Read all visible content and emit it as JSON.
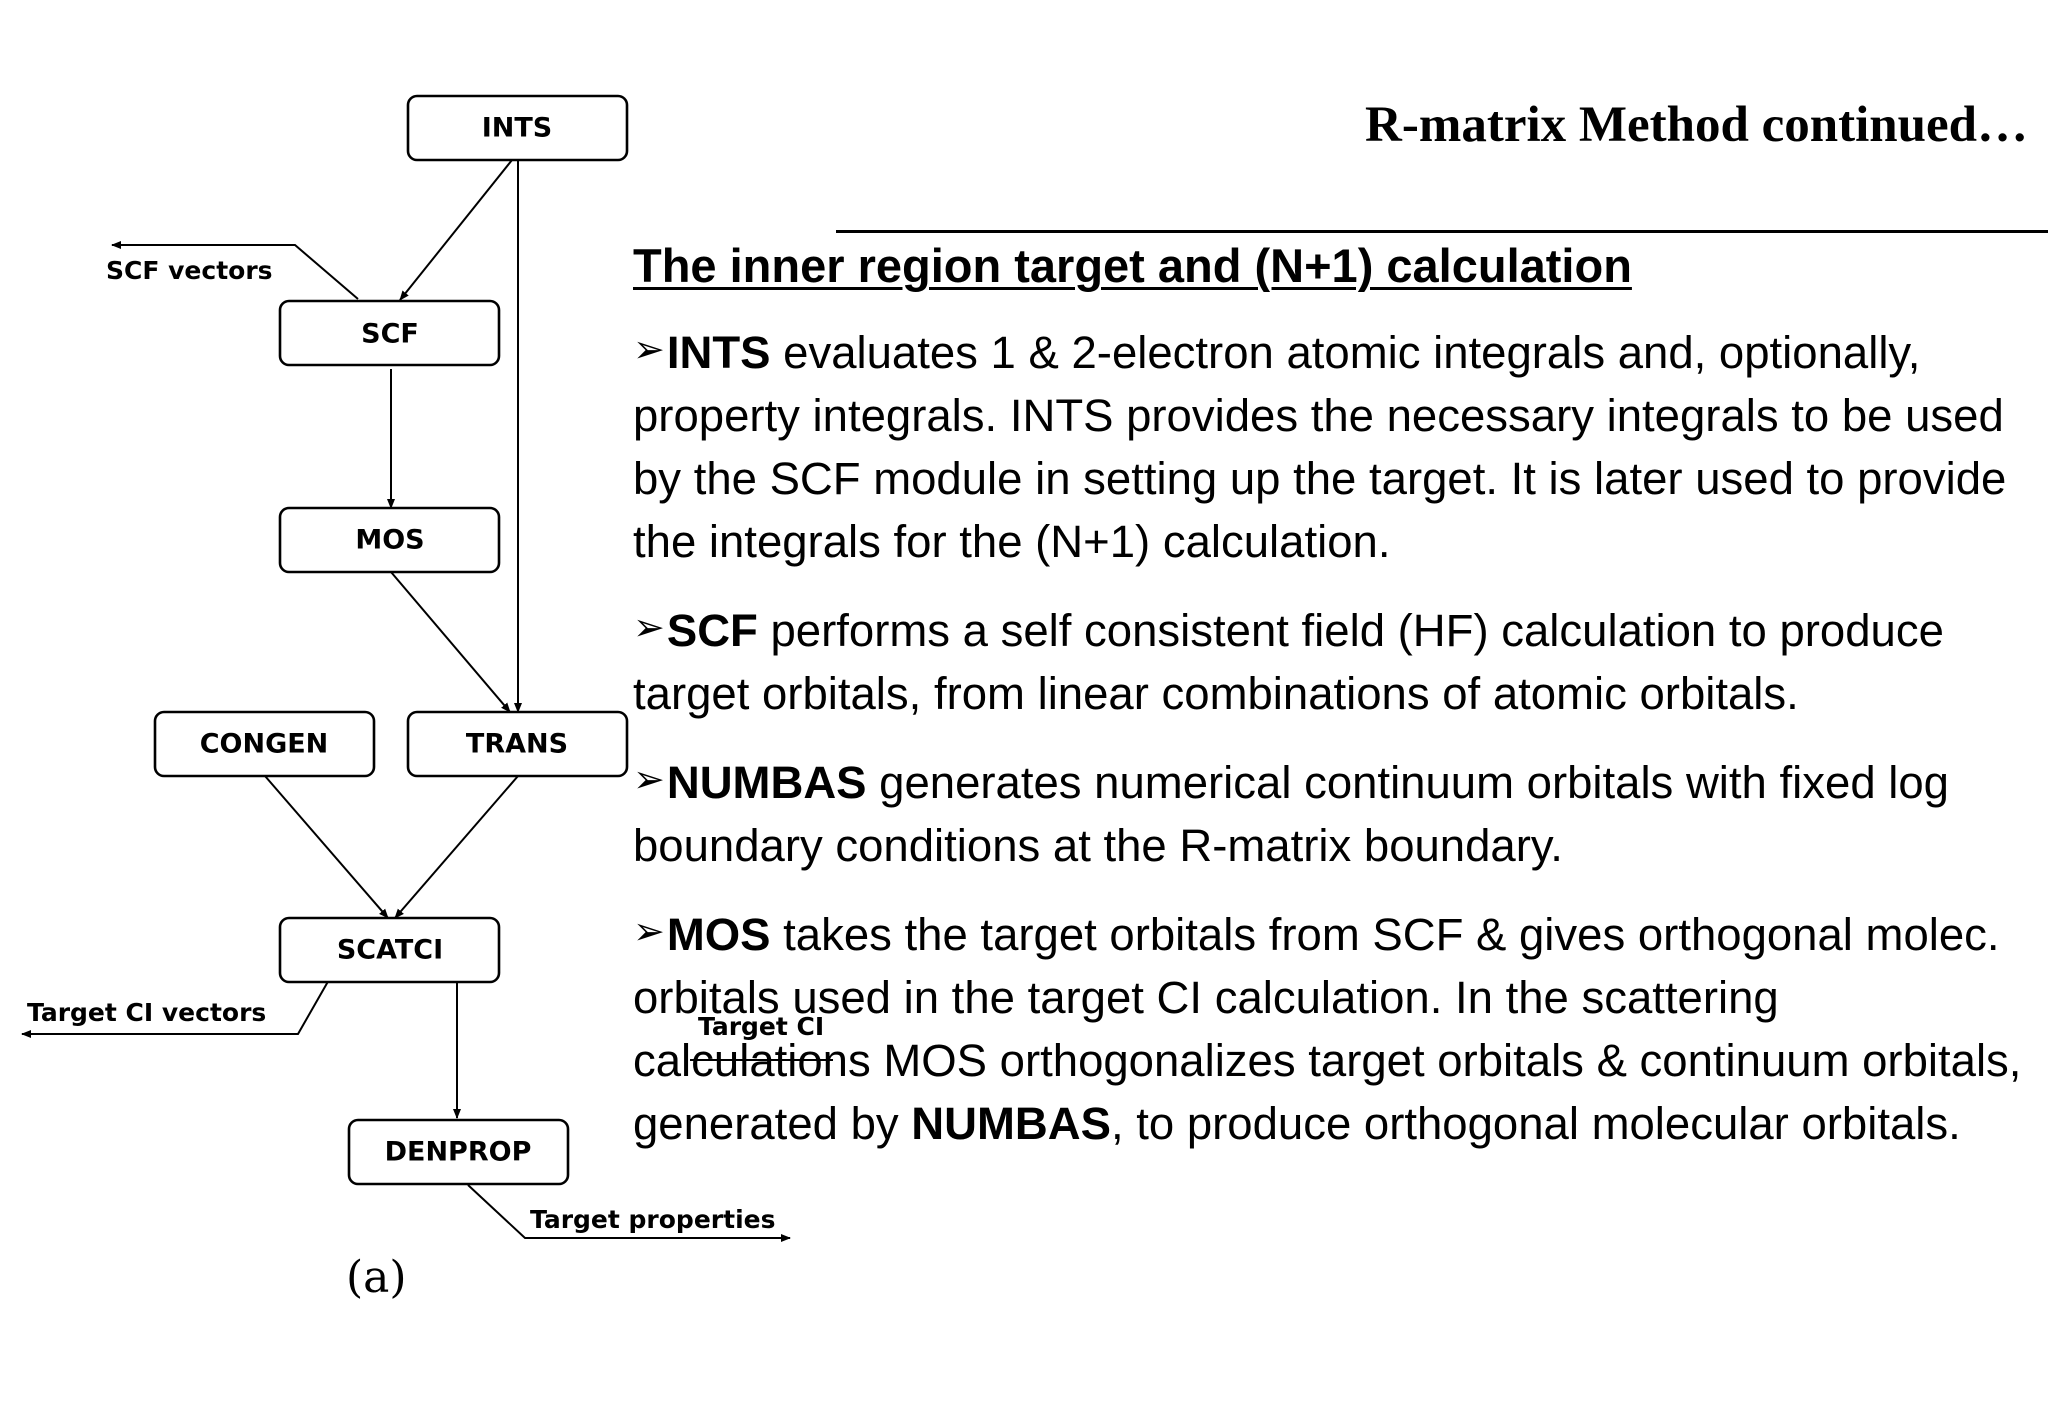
{
  "slide": {
    "title": "R-matrix Method continued…",
    "heading": "The inner region target and (N+1) calculation",
    "bullet_marker": "➢",
    "bullets": [
      {
        "term": "INTS",
        "text": " evaluates 1 & 2-electron atomic integrals and, optionally, property integrals. INTS provides the necessary integrals to be used by the SCF module in setting up the target. It is later used to provide the integrals for the (N+1) calculation."
      },
      {
        "term": "SCF",
        "text": " performs a self consistent field (HF) calculation to produce target orbitals, from linear combinations of atomic orbitals."
      },
      {
        "term": "NUMBAS",
        "text": " generates numerical continuum orbitals with fixed log boundary conditions at the R-matrix boundary."
      },
      {
        "term": "MOS",
        "text": " takes the target orbitals from SCF & gives orthogonal molec. orbitals used in the target CI calculation. In the scattering calculations MOS orthogonalizes target orbitals & continuum orbitals, generated by ",
        "term2": "NUMBAS",
        "text2": ", to produce orthogonal molecular orbitals."
      }
    ]
  },
  "flowchart": {
    "nodes": {
      "ints": "INTS",
      "scf": "SCF",
      "mos": "MOS",
      "congen": "CONGEN",
      "trans": "TRANS",
      "scatci": "SCATCI",
      "denprop": "DENPROP"
    },
    "edge_labels": {
      "scf_vectors": "SCF vectors",
      "target_ci_vectors": "Target CI vectors",
      "target_ci": "Target CI",
      "target_properties": "Target properties"
    },
    "figure_label": "(a)"
  }
}
